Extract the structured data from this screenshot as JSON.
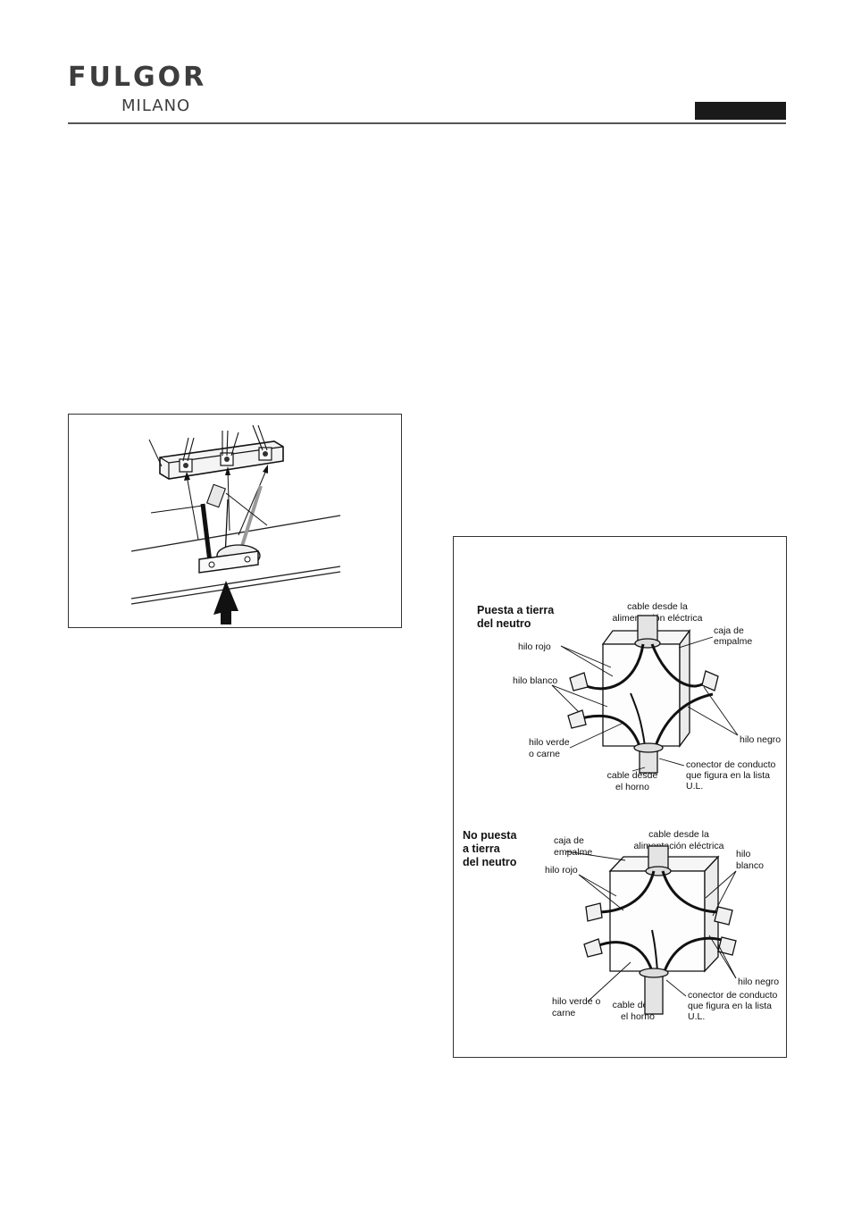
{
  "header": {
    "brand": "FULGOR",
    "sub_brand": "MILANO"
  },
  "figure2": {
    "grounded": {
      "title_line1": "Puesta a tierra",
      "title_line2": "del neutro",
      "cable_supply_line1": "cable desde la",
      "cable_supply_line2": "alimentación eléctrica",
      "junction_box_line1": "caja de",
      "junction_box_line2": "empalme",
      "red_wire": "hilo rojo",
      "white_wire": "hilo blanco",
      "green_wire_line1": "hilo verde",
      "green_wire_line2": "o carne",
      "black_wire": "hilo negro",
      "cable_oven_line1": "cable desde",
      "cable_oven_line2": "el horno",
      "conduit_line1": "conector de conducto",
      "conduit_line2": "que figura en la lista",
      "conduit_line3": "U.L."
    },
    "ungrounded": {
      "title_line1": "No puesta",
      "title_line2": "a tierra",
      "title_line3": "del neutro",
      "cable_supply_line1": "cable desde la",
      "cable_supply_line2": "alimentación eléctrica",
      "junction_box_line1": "caja de",
      "junction_box_line2": "empalme",
      "white_wire_line1": "hilo",
      "white_wire_line2": "blanco",
      "red_wire": "hilo rojo",
      "black_wire": "hilo negro",
      "green_wire_line1": "hilo verde o",
      "green_wire_line2": "carne",
      "cable_oven_line1": "cable desde",
      "cable_oven_line2": "el horno",
      "conduit_line1": "conector de conducto",
      "conduit_line2": "que figura en la lista",
      "conduit_line3": "U.L."
    }
  }
}
